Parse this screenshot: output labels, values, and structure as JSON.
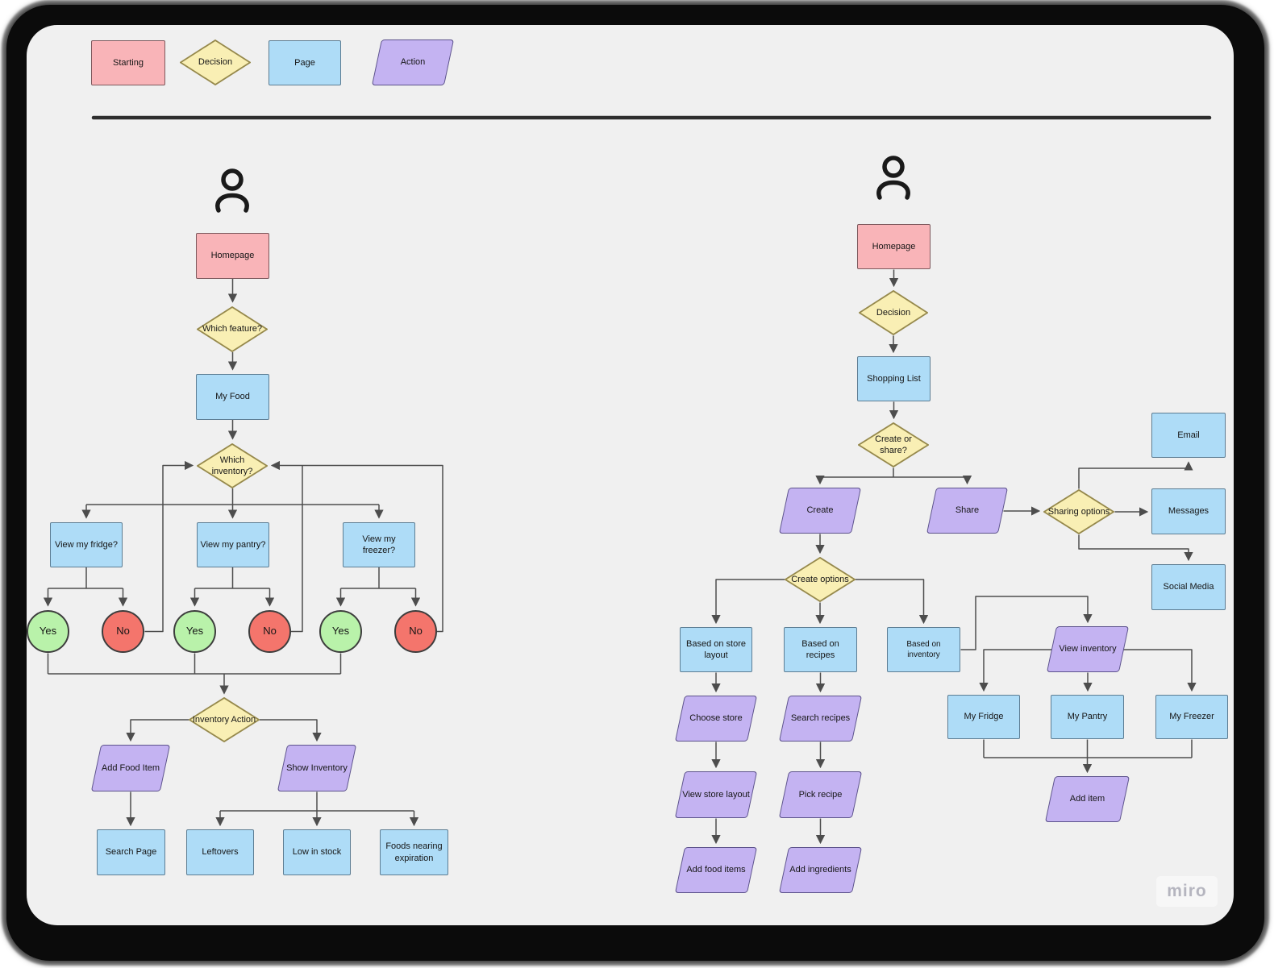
{
  "app": {
    "watermark": "miro"
  },
  "colors": {
    "canvas_background": "#f0f0f0",
    "frame": "#0b0b0b",
    "starting_fill": "#f9b4b8",
    "decision_fill": "#f9efb4",
    "page_fill": "#aedcf7",
    "action_fill": "#c4b3f2",
    "yes_fill": "#b9f2aa",
    "no_fill": "#f4756c",
    "connector": "#4d4d4d"
  },
  "legend": {
    "starting": "Starting",
    "decision": "Decision",
    "page": "Page",
    "action": "Action"
  },
  "left_flow": {
    "homepage": "Homepage",
    "which_feature": "Which feature?",
    "my_food": "My Food",
    "which_inventory": "Which inventory?",
    "view_my_fridge": "View my fridge?",
    "view_my_pantry": "View my pantry?",
    "view_my_freezer": "View my freezer?",
    "yes": "Yes",
    "no": "No",
    "inventory_action": "Inventory Action",
    "add_food_item": "Add Food Item",
    "show_inventory": "Show Inventory",
    "search_page": "Search Page",
    "leftovers": "Leftovers",
    "low_in_stock": "Low in stock",
    "foods_nearing_expiration": "Foods nearing expiration"
  },
  "right_flow": {
    "homepage": "Homepage",
    "decision": "Decision",
    "shopping_list": "Shopping List",
    "create_or_share": "Create or share?",
    "create": "Create",
    "share": "Share",
    "sharing_options": "Sharing options",
    "email": "Email",
    "messages": "Messages",
    "social_media": "Social Media",
    "create_options": "Create options",
    "based_on_store_layout": "Based on store layout",
    "based_on_recipes": "Based on recipes",
    "based_on_inventory": "Based on inventory",
    "view_inventory": "View inventory",
    "choose_store": "Choose store",
    "search_recipes": "Search recipes",
    "view_store_layout": "View store layout",
    "pick_recipe": "Pick recipe",
    "add_food_items": "Add food items",
    "add_ingredients": "Add ingredients",
    "my_fridge": "My Fridge",
    "my_pantry": "My Pantry",
    "my_freezer": "My Freezer",
    "add_item": "Add item"
  }
}
